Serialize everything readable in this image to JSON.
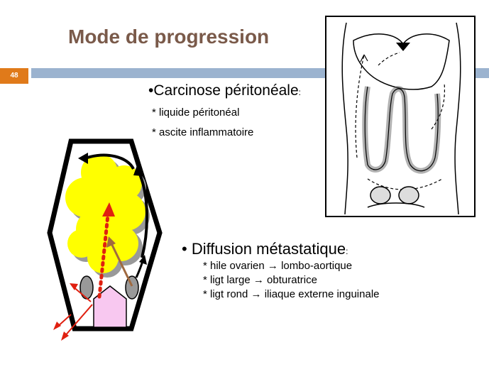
{
  "slide": {
    "title": "Mode de progression",
    "number": "48"
  },
  "section1": {
    "heading": "•Carcinose péritonéale",
    "colon": ":",
    "items": [
      "* liquide péritonéal",
      "* ascite inflammatoire"
    ]
  },
  "section2": {
    "heading": "• Diffusion métastatique",
    "colon": ":",
    "items": [
      {
        "left": "* hile ovarien",
        "arrow": "→",
        "right": "lombo-aortique"
      },
      {
        "left": "* ligt large",
        "arrow": "→",
        "right": "obturatrice"
      },
      {
        "left": "* ligt rond",
        "arrow": "→",
        "right": "iliaque externe inguinale"
      }
    ]
  },
  "colors": {
    "title": "#7a5a4a",
    "accent_orange": "#e07a1a",
    "band_blue": "#9bb3cf",
    "tumor_yellow": "#ffff00",
    "uterus_pink": "#f8c8f0",
    "spread_red": "#e02010"
  }
}
